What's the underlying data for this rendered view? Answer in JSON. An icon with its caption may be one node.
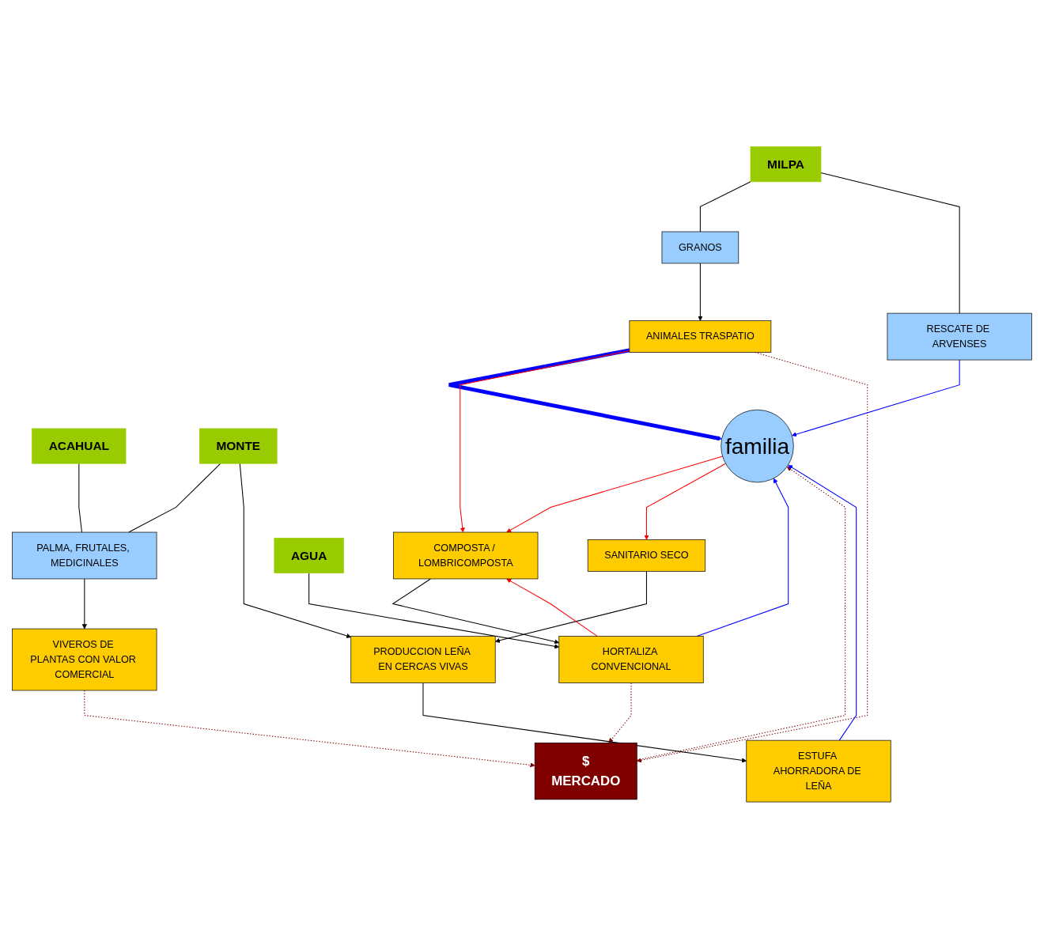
{
  "diagram": {
    "nodes": [
      {
        "text": [
          "MILPA"
        ]
      },
      {
        "text": [
          "ACAHUAL"
        ]
      },
      {
        "text": [
          "MONTE"
        ]
      },
      {
        "text": [
          "GRANOS"
        ]
      },
      {
        "text": [
          "RESCATE DE ARVENSES"
        ]
      },
      {
        "text": [
          "PALMA, FRUTALES, MEDICINALES"
        ]
      },
      {
        "text": [
          "VIVEROS DE PLANTAS CON VALOR COMERCIAL"
        ]
      },
      {
        "text": [
          "ANIMALES TRASPATIO"
        ]
      },
      {
        "text": [
          "familia"
        ]
      },
      {
        "text": [
          "ESTUFA AHORRADORA DE LEÑA"
        ]
      },
      {
        "text": [
          "$",
          "MERCADO"
        ]
      },
      {
        "text": [
          "COMPOSTA / LOMBRICOMPOSTA"
        ]
      },
      {
        "text": [
          "PRODUCCION LEÑA EN CERCAS VIVAS"
        ]
      },
      {
        "text": [
          "HORTALIZA CONVENCIONAL"
        ]
      },
      {
        "text": [
          "AGUA"
        ]
      },
      {
        "text": [
          "SANITARIO SECO"
        ]
      }
    ],
    "edges": [
      {
        "from": 0,
        "to": 3,
        "arrow": "none"
      },
      {
        "from": 0,
        "to": 4,
        "arrow": "none"
      },
      {
        "from": 1,
        "to": 5,
        "arrow": "none"
      },
      {
        "from": 2,
        "to": 5,
        "arrow": "none"
      },
      {
        "from": 2,
        "to": 12,
        "arrow": "to"
      },
      {
        "from": 3,
        "to": 7,
        "arrow": "to"
      },
      {
        "from": 5,
        "to": 6,
        "arrow": "to"
      },
      {
        "from": 4,
        "to": 8,
        "arrow": "to",
        "color": "#0000ff"
      },
      {
        "from": 7,
        "to": 8,
        "arrow": "to",
        "style": "thick",
        "color": "#0000ff"
      },
      {
        "from": 8,
        "to": 11,
        "arrow": "to",
        "color": "#ff0000"
      },
      {
        "from": 7,
        "to": 11,
        "arrow": "to",
        "color": "#ff0000"
      },
      {
        "from": 7,
        "to": 10,
        "arrow": "to",
        "style": "dashed",
        "color": "#800000"
      },
      {
        "from": 13,
        "to": 8,
        "arrow": "to",
        "color": "#0000ff"
      },
      {
        "from": 13,
        "to": 10,
        "arrow": "to",
        "style": "dashed",
        "color": "#800000"
      },
      {
        "from": 10,
        "to": 8,
        "arrow": "to",
        "style": "dashed",
        "color": "#800000"
      },
      {
        "from": 6,
        "to": 10,
        "arrow": "to",
        "style": "dashed",
        "color": "#800000"
      },
      {
        "from": 8,
        "to": 15,
        "arrow": "to",
        "color": "#ff0000"
      },
      {
        "from": 9,
        "to": 8,
        "arrow": "to",
        "color": "#0000ff"
      },
      {
        "from": 12,
        "to": 9,
        "arrow": "to"
      },
      {
        "from": 15,
        "to": 12,
        "arrow": "to"
      },
      {
        "from": 11,
        "to": 13,
        "arrow": "to"
      },
      {
        "from": 13,
        "to": 11,
        "arrow": "to",
        "color": "#ff0000"
      },
      {
        "from": 14,
        "to": 13,
        "arrow": "to"
      }
    ]
  }
}
